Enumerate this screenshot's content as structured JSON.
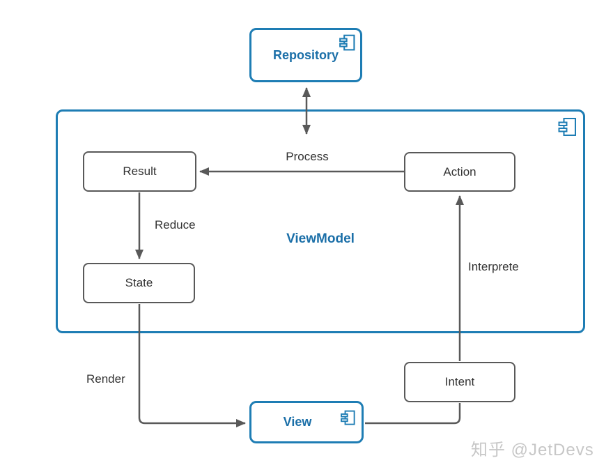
{
  "diagram": {
    "nodes": {
      "repository": "Repository",
      "viewmodel": "ViewModel",
      "result": "Result",
      "action": "Action",
      "state": "State",
      "intent": "Intent",
      "view": "View"
    },
    "edges": {
      "process": "Process",
      "reduce": "Reduce",
      "interprete": "Interprete",
      "render": "Render"
    },
    "watermark": "知乎 @JetDevs",
    "colors": {
      "accent_blue_border": "#1e7db4",
      "accent_blue_text": "#1b6fa8",
      "node_border_gray": "#595959",
      "connector_gray": "#595959",
      "label_text": "#333333",
      "watermark_gray": "#c7c7c7"
    }
  }
}
